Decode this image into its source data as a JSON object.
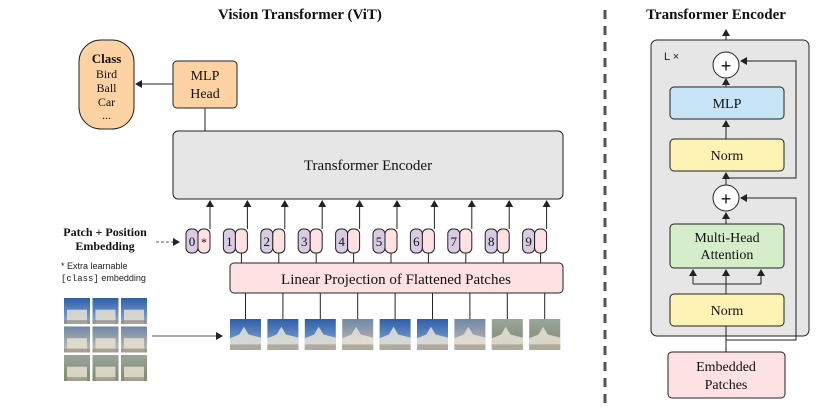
{
  "colors": {
    "encoder_bg": "#e6e6e6",
    "class_head": "#fdd3a3",
    "mlp_head": "#fdd3a3",
    "projection": "#fde1e3",
    "patch_token": "#fde1e3",
    "position_token": "#d9cbe2",
    "mlp_block": "#c6e4f5",
    "norm_block": "#fdf3b4",
    "attention_block": "#d6edc9",
    "embedded_block": "#fde1e3",
    "stroke": "#222222",
    "dash": "#555555"
  },
  "vit": {
    "title": "Vision Transformer (ViT)",
    "class_box": {
      "heading": "Class",
      "items": [
        "Bird",
        "Ball",
        "Car",
        "..."
      ]
    },
    "mlp_head": {
      "line1": "MLP",
      "line2": "Head"
    },
    "encoder_label": "Transformer Encoder",
    "patch_position": {
      "line1": "Patch + Position",
      "line2": "Embedding"
    },
    "extra_note": {
      "line1": "* Extra learnable",
      "line2_code": "[class]",
      "line2_rest": " embedding"
    },
    "tokens": [
      {
        "pos": "0",
        "patch": "*"
      },
      {
        "pos": "1",
        "patch": ""
      },
      {
        "pos": "2",
        "patch": ""
      },
      {
        "pos": "3",
        "patch": ""
      },
      {
        "pos": "4",
        "patch": ""
      },
      {
        "pos": "5",
        "patch": ""
      },
      {
        "pos": "6",
        "patch": ""
      },
      {
        "pos": "7",
        "patch": ""
      },
      {
        "pos": "8",
        "patch": ""
      },
      {
        "pos": "9",
        "patch": ""
      }
    ],
    "projection_label": "Linear Projection of Flattened Patches"
  },
  "encoder_detail": {
    "title": "Transformer Encoder",
    "repeat_label": "L ×",
    "plus_symbol": "+",
    "mlp_label": "MLP",
    "norm_label": "Norm",
    "attention": {
      "line1": "Multi-Head",
      "line2": "Attention"
    },
    "embedded": {
      "line1": "Embedded",
      "line2": "Patches"
    }
  }
}
